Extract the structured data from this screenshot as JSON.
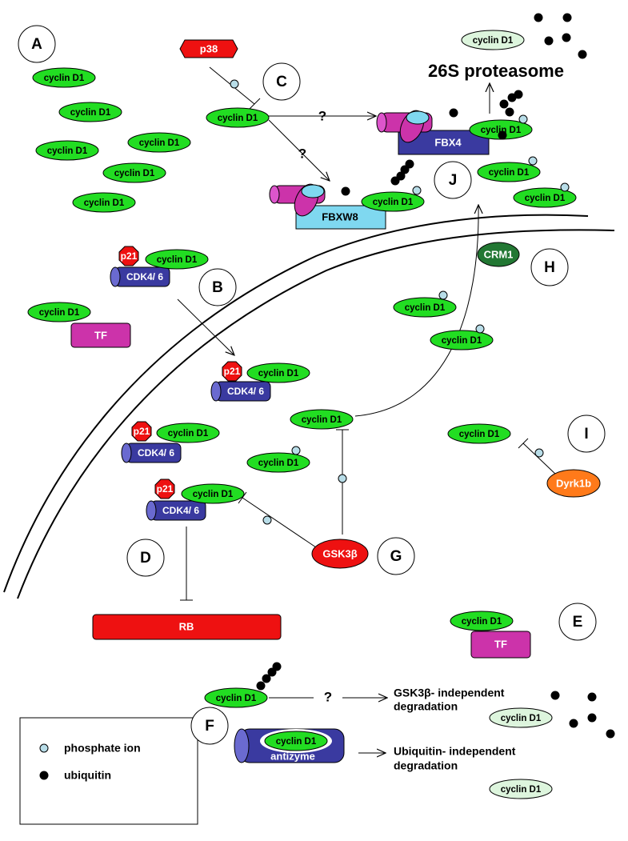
{
  "labels": {
    "cyclin": "cyclin D1",
    "cdk": "CDK4/ 6",
    "p21": "p21",
    "p38": "p38",
    "fbx4": "FBX4",
    "fbxw8": "FBXW8",
    "proteasome": "26S proteasome",
    "crm1": "CRM1",
    "tf": "TF",
    "rb": "RB",
    "gsk3b": "GSK3β",
    "dyrk1b": "Dyrk1b",
    "antizyme": "antizyme",
    "question": "?",
    "gsk_indep_1": "GSK3β- independent",
    "gsk_indep_2": "degradation",
    "ubi_indep_1": "Ubiquitin- independent",
    "ubi_indep_2": "degradation"
  },
  "letters": [
    "A",
    "B",
    "C",
    "D",
    "E",
    "F",
    "G",
    "H",
    "I",
    "J"
  ],
  "legend": {
    "phosphate": "phosphate ion",
    "ubiquitin": "ubiquitin"
  },
  "colors": {
    "cyclin": "#22dd22",
    "cyclin_degraded": "#ddf5dd",
    "cdk": "#3a3aa0",
    "cdk_cap": "#6a6ad0",
    "p21": "#ee1111",
    "p38": "#ee1111",
    "fbx4": "#3a3aa0",
    "fbxw8": "#7fd8f0",
    "magenta": "#cc33aa",
    "tf": "#cc33aa",
    "rb": "#ee1111",
    "gsk3b": "#ee1111",
    "dyrk1b": "#ff7a1a",
    "crm1": "#227733",
    "phosphate": "#b8dde8",
    "ubiquitin": "#000000"
  }
}
